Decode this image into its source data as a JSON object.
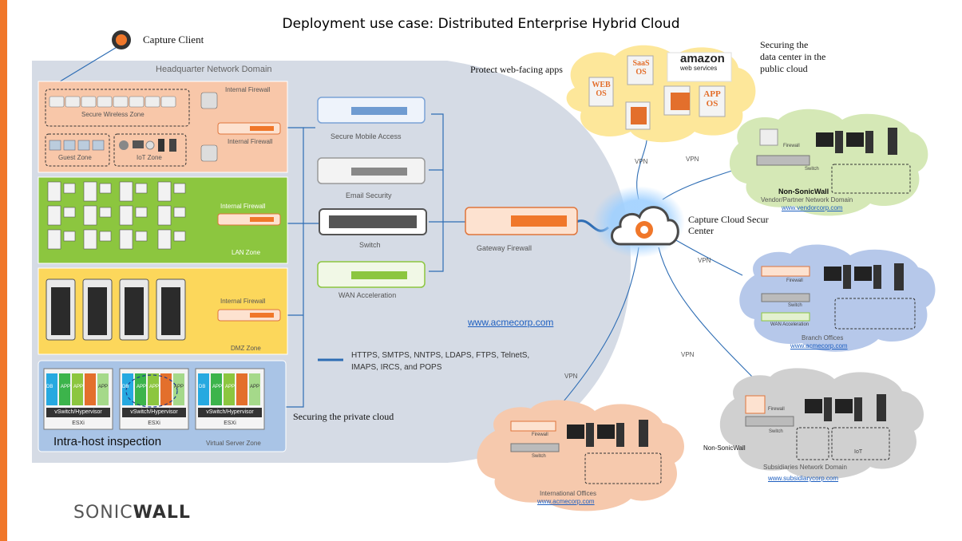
{
  "title": "Deployment use case: Distributed Enterprise Hybrid Cloud",
  "capture_client": "Capture Client",
  "hq": {
    "domain_label": "Headquarter Network Domain",
    "internal_firewall": "Internal Firewall",
    "secure_wireless_zone": "Secure Wireless Zone",
    "guest_zone": "Guest Zone",
    "iot_zone": "IoT Zone",
    "lan_zone": "LAN Zone",
    "dmz_zone": "DMZ Zone",
    "secure_mobile_access": "Secure Mobile Access",
    "email_security": "Email Security",
    "switch": "Switch",
    "wan_acceleration": "WAN Acceleration",
    "gateway_firewall": "Gateway Firewall",
    "url": "www.acmecorp.com",
    "legend_text_line1": "HTTPS, SMTPS, NNTPS, LDAPS, FTPS, TelnetS,",
    "legend_text_line2": "IMAPS, IRCS, and POPS",
    "securing_private_cloud": "Securing the private cloud"
  },
  "virtual": {
    "db": "DB",
    "app": "APP",
    "hypervisor": "vSwitch/Hypervisor",
    "esxi": "ESXi",
    "intra_host": "Intra-host inspection",
    "zone_label": "Virtual Server Zone"
  },
  "cloud_center": {
    "label_line1": "Capture Cloud Secur",
    "label_line2": "Center"
  },
  "public_cloud": {
    "protect_label": "Protect web-facing apps",
    "securing_line1": "Securing the",
    "securing_line2": "data center in the",
    "securing_line3": "public cloud",
    "saas_line1": "SaaS",
    "saas_line2": "OS",
    "web_line1": "WEB",
    "web_line2": "OS",
    "app_line1": "APP",
    "app_line2": "OS",
    "amazon_line1": "amazon",
    "amazon_line2": "web services"
  },
  "vpn": "VPN",
  "vendor": {
    "firewall": "Firewall",
    "switch": "Switch",
    "non_sonicwall": "Non-SonicWall",
    "domain": "Vendor/Partner Network Domain",
    "url": "www.vendorcorp.com"
  },
  "branch": {
    "firewall": "Firewall",
    "switch": "Switch",
    "wan": "WAN Acceleration",
    "name": "Branch Offices",
    "url": "www.acmecorp.com"
  },
  "subsidiary": {
    "firewall": "Firewall",
    "switch": "Switch",
    "non_sonicwall": "Non-SonicWall",
    "iot": "IoT",
    "domain": "Subsidiaries Network Domain",
    "url": "www.subsidiarycorp.com"
  },
  "international": {
    "firewall": "Firewall",
    "switch": "Switch",
    "name": "International Offices",
    "url": "www.acmecorp.com"
  },
  "brand": {
    "logo_part1": "SONIC",
    "logo_part2": "WALL"
  },
  "colors": {
    "accent_orange": "#f0772a",
    "hq_background": "#d5dbe5",
    "lan_green": "#8cc63f",
    "dmz_yellow": "#fcd75b",
    "wireless_peach": "#f8c7a9",
    "virtual_blue": "#a9c4e6",
    "public_cloud_yellow": "#fde79a",
    "vendor_cloud_green": "#d5e8b6",
    "branch_cloud_blue": "#b6c8ea",
    "subsidiary_cloud_grey": "#d0d0d0",
    "international_cloud_peach": "#f6c9ad",
    "link_blue": "#1e5fc0"
  }
}
